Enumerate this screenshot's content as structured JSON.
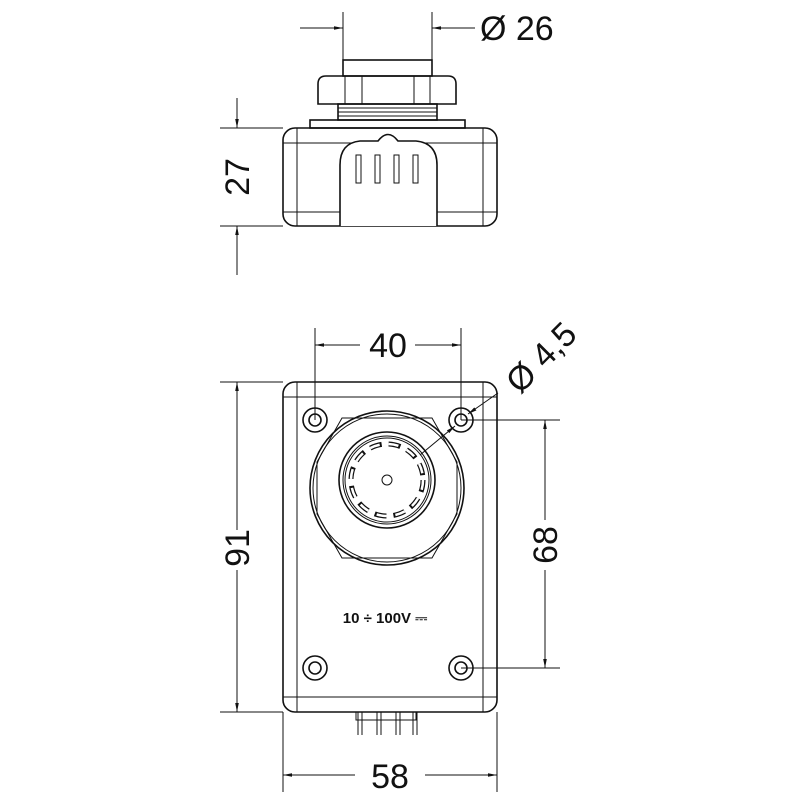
{
  "dimensions": {
    "top_diameter": "Ø 26",
    "top_height": "27",
    "hole_spacing_width": "40",
    "hole_diameter": "Ø 4,5",
    "total_height": "91",
    "hole_spacing_height": "68",
    "total_width": "58"
  },
  "label": "10 ÷ 100V ⎓"
}
